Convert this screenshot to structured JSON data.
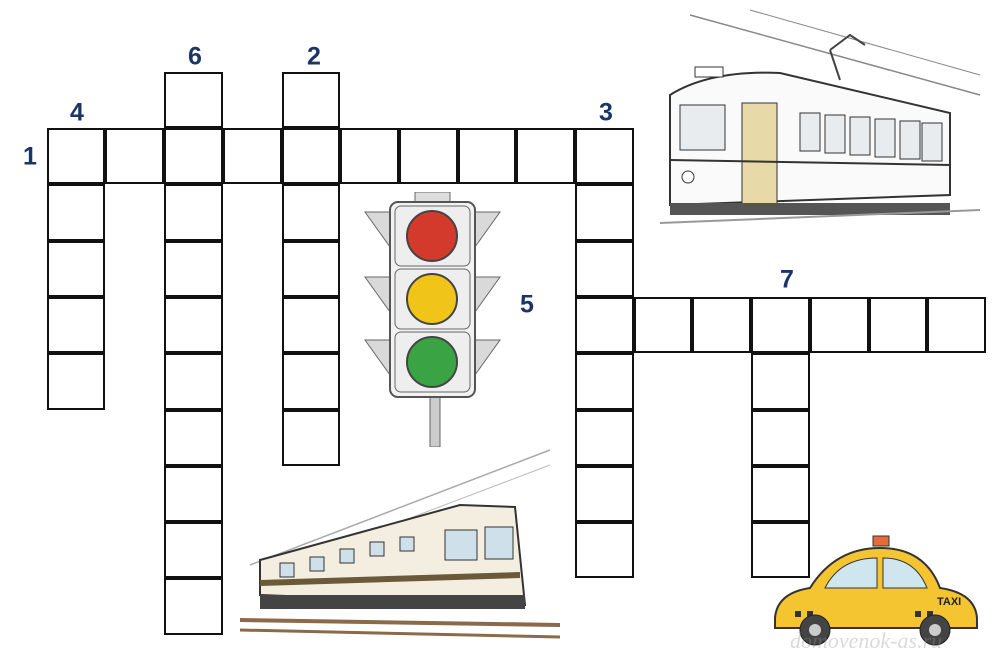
{
  "puzzle": {
    "clues": [
      {
        "number": "1",
        "direction": "across",
        "length": 10
      },
      {
        "number": "2",
        "direction": "down",
        "length": 7
      },
      {
        "number": "3",
        "direction": "down",
        "length": 8
      },
      {
        "number": "4",
        "direction": "down",
        "length": 5
      },
      {
        "number": "5",
        "direction": "across",
        "length": 7
      },
      {
        "number": "6",
        "direction": "down",
        "length": 10
      },
      {
        "number": "7",
        "direction": "down",
        "length": 5
      }
    ],
    "number_color": "#1b3566"
  },
  "illustrations": {
    "tram": "tram",
    "traffic_light": "traffic-light",
    "train": "electric-train",
    "taxi": {
      "sign": "TAXI",
      "color": "#f5c431"
    }
  },
  "watermark": "domovenok-as.ru"
}
